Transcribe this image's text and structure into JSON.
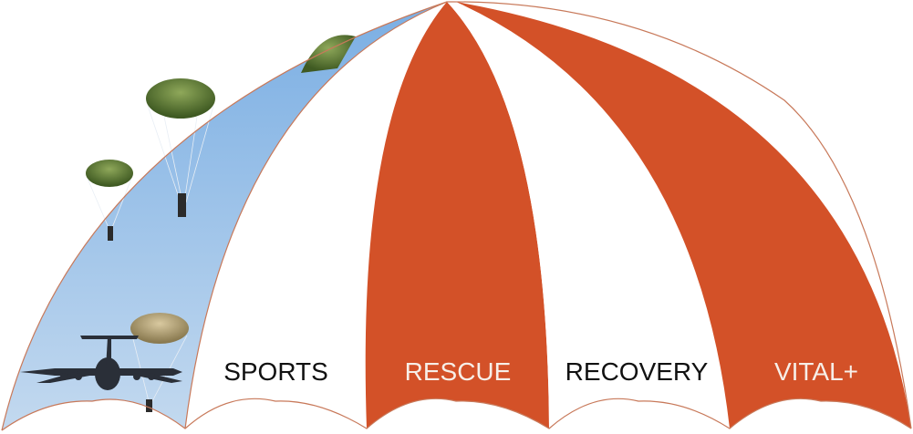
{
  "colors": {
    "orange": "#d35128",
    "white": "#ffffff",
    "sky_top": "#7aaee3",
    "sky_bottom": "#c3d9ef",
    "outline": "#c8795a",
    "label_dark": "#111111",
    "label_light": "#f7efe8"
  },
  "photo_panel": {
    "description_icon": "paratroopers-and-aircraft-photo"
  },
  "segments": [
    {
      "label": "SPORTS",
      "fill": "white",
      "text_color": "dark"
    },
    {
      "label": "RESCUE",
      "fill": "orange",
      "text_color": "light"
    },
    {
      "label": "RECOVERY",
      "fill": "white",
      "text_color": "dark"
    },
    {
      "label": "VITAL+",
      "fill": "orange",
      "text_color": "light"
    }
  ]
}
